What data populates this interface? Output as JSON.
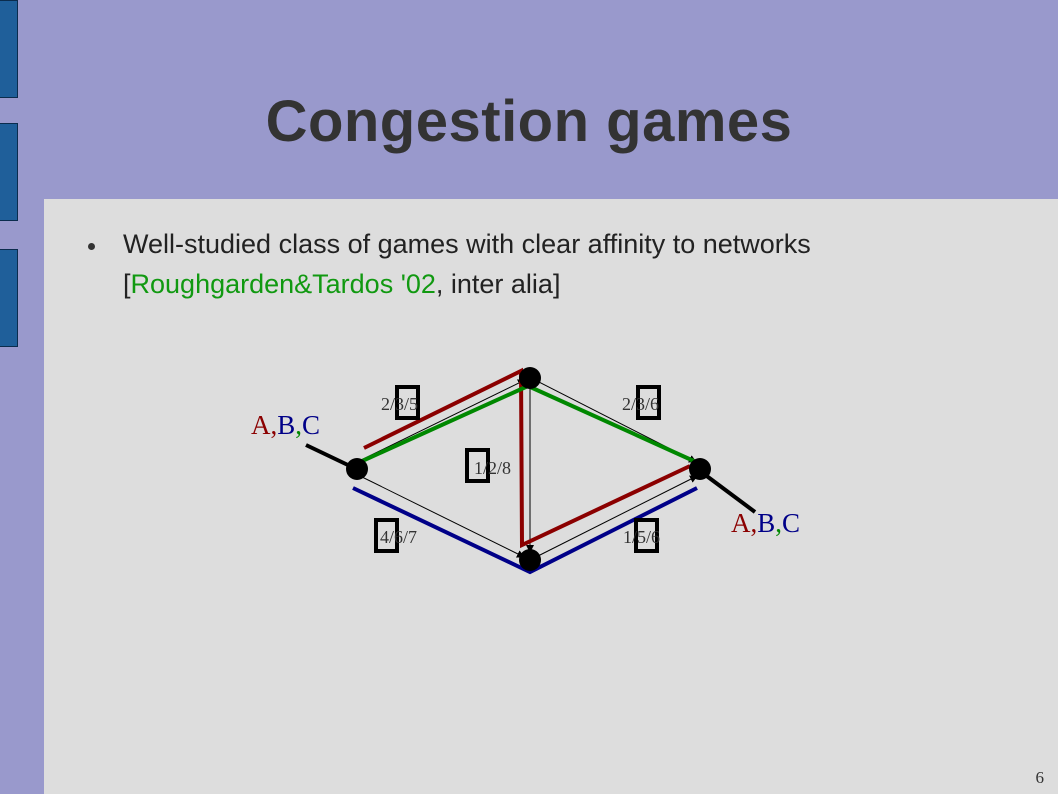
{
  "slide": {
    "title": "Congestion games",
    "bullet": {
      "text_before": "Well-studied class of games with clear affinity to networks [",
      "citation": "Roughgarden&Tardos '02",
      "text_after": ", inter alia]"
    },
    "page_number": "6"
  },
  "diagram": {
    "edges": {
      "top_left": "2/3/5",
      "top_right": "2/3/6",
      "middle": "1/2/8",
      "bottom_left": "4/6/7",
      "bottom_right": "1/5/6"
    },
    "players_source": {
      "a": "A",
      "sep1": ",",
      "b": "B",
      "sep2": ",",
      "c": "C"
    },
    "players_sink": {
      "a": "A",
      "sep1": ",",
      "b": "B",
      "sep2": ",",
      "c": "C"
    },
    "colors": {
      "player_a": "#8b0000",
      "player_b": "#008800",
      "player_c": "#000088"
    }
  }
}
